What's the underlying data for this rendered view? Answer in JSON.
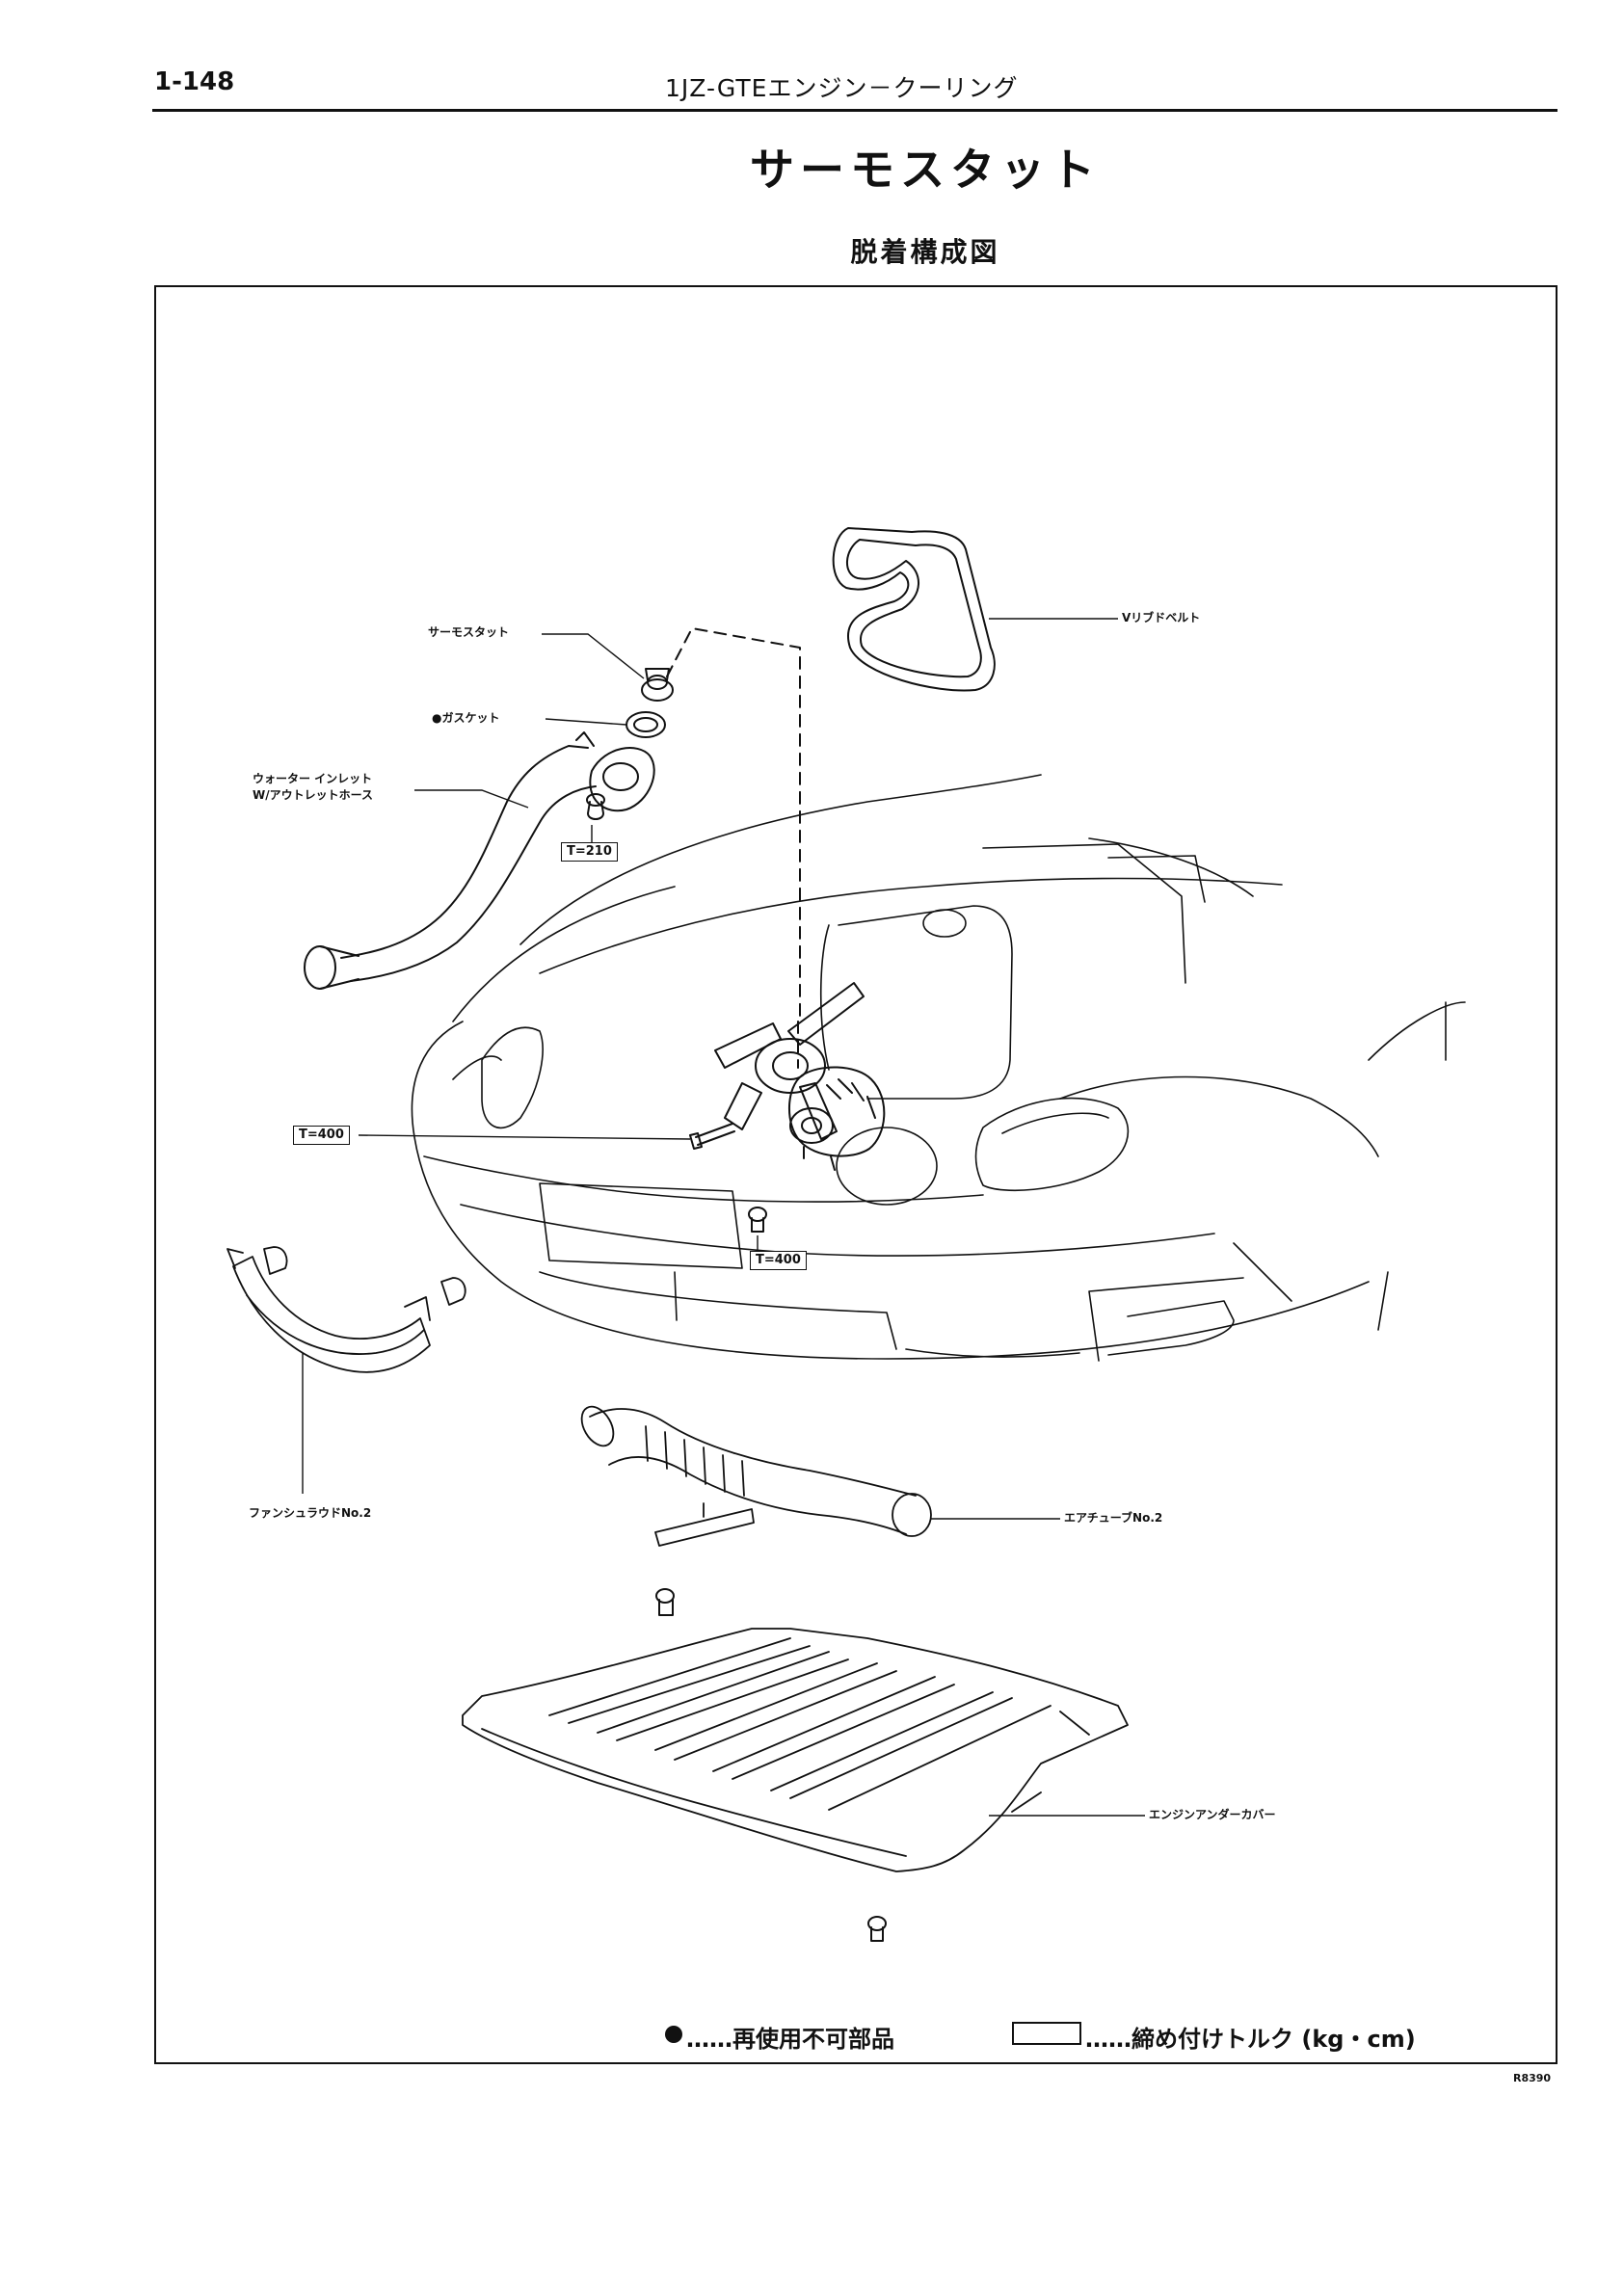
{
  "header": {
    "page_number": "1-148",
    "section": "1JZ-GTEエンジン－クーリング"
  },
  "title": "サーモスタット",
  "subtitle": "脱着構成図",
  "labels": {
    "thermostat": "サーモスタット",
    "gasket": "●ガスケット",
    "water_inlet_line1": "ウォーター インレット",
    "water_inlet_line2": "W/アウトレットホース",
    "v_ribbed_belt": "Vリブドベルト",
    "fan_shroud": "ファンシュラウドNo.2",
    "air_tube": "エアチューブNo.2",
    "engine_under_cover": "エンジンアンダーカバー"
  },
  "torques": {
    "water_inlet_bolt": "T=210",
    "alternator_bolt": "T=400",
    "front_bolt": "T=400"
  },
  "legend": {
    "non_reusable": "……再使用不可部品",
    "torque": "……締め付けトルク (kg・cm)"
  },
  "figure_code": "R8390"
}
